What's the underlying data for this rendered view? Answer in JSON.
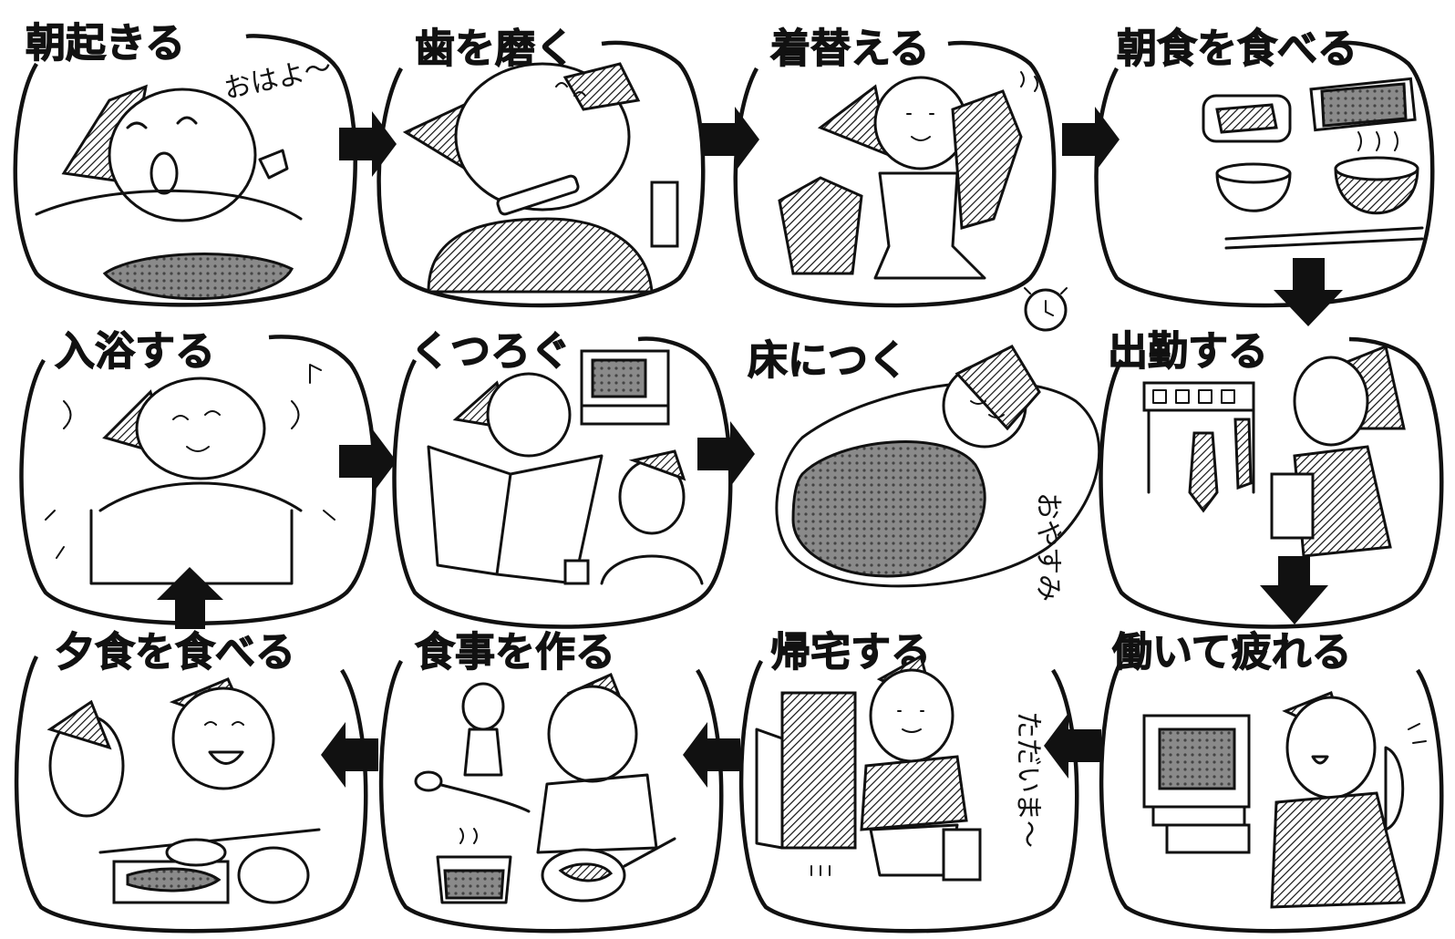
{
  "panels": [
    {
      "title": "朝起きる",
      "bubble": "おはよ〜"
    },
    {
      "title": "歯を磨く"
    },
    {
      "title": "着替える"
    },
    {
      "title": "朝食を食べる"
    },
    {
      "title": "出勤する"
    },
    {
      "title": "働いて疲れる"
    },
    {
      "title": "帰宅する",
      "bubble": "ただいま〜"
    },
    {
      "title": "食事を作る"
    },
    {
      "title": "夕食を食べる"
    },
    {
      "title": "入浴する"
    },
    {
      "title": "くつろぐ"
    },
    {
      "title": "床につく",
      "bubble": "おやすみ"
    }
  ],
  "flow": [
    "朝起きる",
    "歯を磨く",
    "着替える",
    "朝食を食べる",
    "出勤する",
    "働いて疲れる",
    "帰宅する",
    "食事を作る",
    "夕食を食べる",
    "入浴する",
    "くつろぐ",
    "床につく"
  ],
  "colors": {
    "ink": "#111111",
    "paper": "#ffffff",
    "shade": "#7a7a7a"
  }
}
